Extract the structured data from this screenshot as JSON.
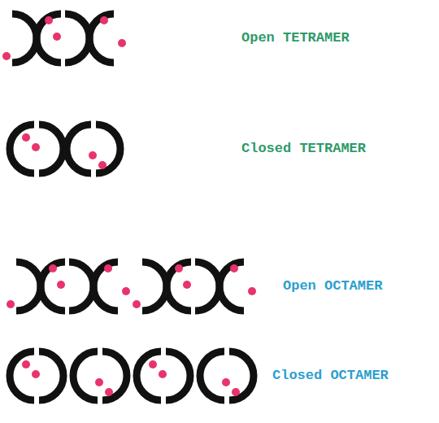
{
  "diagram": {
    "labels": [
      "Open TETRAMER",
      "Closed TETRAMER",
      "Open OCTAMER",
      "Closed OCTAMER"
    ]
  }
}
